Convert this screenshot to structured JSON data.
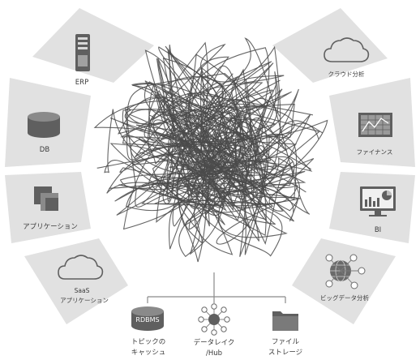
{
  "left_sources": [
    {
      "id": "erp",
      "label": "ERP",
      "icon": "server-tower-icon"
    },
    {
      "id": "db",
      "label": "DB",
      "icon": "database-cylinder-icon"
    },
    {
      "id": "apps",
      "label": "アプリケーション",
      "icon": "stacked-windows-icon"
    },
    {
      "id": "saas",
      "label_line1": "SaaS",
      "label_line2": "アプリケーション",
      "icon": "cloud-icon"
    }
  ],
  "right_targets": [
    {
      "id": "cloud-analytics",
      "label": "クラウド分析",
      "icon": "cloud-icon"
    },
    {
      "id": "finance",
      "label": "ファイナンス",
      "icon": "spreadsheet-chart-icon"
    },
    {
      "id": "bi",
      "label": "BI",
      "icon": "monitor-dashboard-icon"
    },
    {
      "id": "bigdata",
      "label": "ビッグデータ分析",
      "icon": "globe-network-icon"
    }
  ],
  "bottom_stores": [
    {
      "id": "rdbms",
      "icon_text": "RDBMS",
      "label_line1": "トピックの",
      "label_line2": "キャッシュ",
      "icon": "database-cylinder-icon"
    },
    {
      "id": "datalake",
      "label_line1": "データレイク",
      "label_line2": "/Hub",
      "icon": "hub-network-icon"
    },
    {
      "id": "files",
      "label_line1": "ファイル",
      "label_line2": "ストレージ",
      "icon": "folder-icon"
    }
  ],
  "colors": {
    "segment": "#e1e1e1",
    "icon": "#5f5f5f",
    "tangle": "#4a4a4a",
    "connector": "#8a8a8a"
  }
}
